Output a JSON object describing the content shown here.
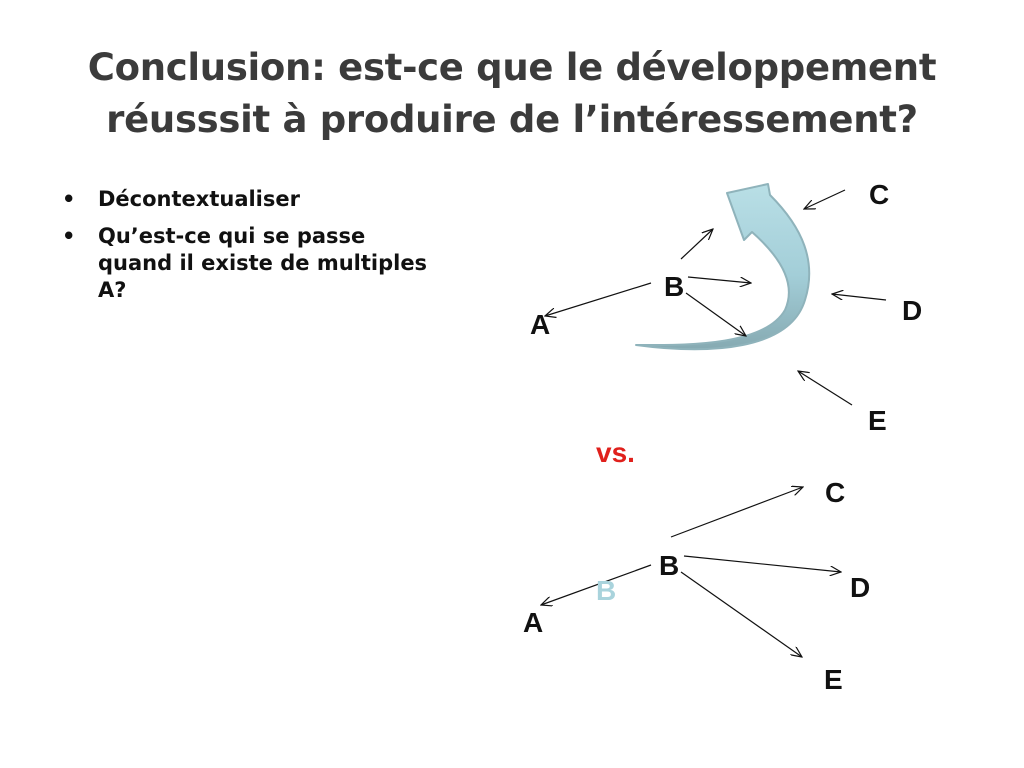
{
  "slide": {
    "title_line1": "Conclusion: est-ce que le développement",
    "title_line2": "réusssit à produire de l’intéressement?",
    "bullets": [
      {
        "marker": "•",
        "lines": [
          "Décontextualiser"
        ]
      },
      {
        "marker": "•",
        "lines": [
          "Qu’est-ce qui se passe",
          "quand il existe de multiples",
          "A?"
        ]
      }
    ]
  },
  "diagram_top": {
    "labels": {
      "A": "A",
      "B": "B",
      "C": "C",
      "D": "D",
      "E": "E"
    },
    "curved_arrow_color": "#a9d3dc",
    "curved_arrow_stroke": "#8fb3bb"
  },
  "separator": {
    "text": "vs.",
    "color": "#e0201c"
  },
  "diagram_bottom": {
    "labels": {
      "A": "A",
      "B": "B",
      "B_ghost": "B",
      "C": "C",
      "D": "D",
      "E": "E"
    },
    "ghost_color": "#a9d3dc"
  }
}
